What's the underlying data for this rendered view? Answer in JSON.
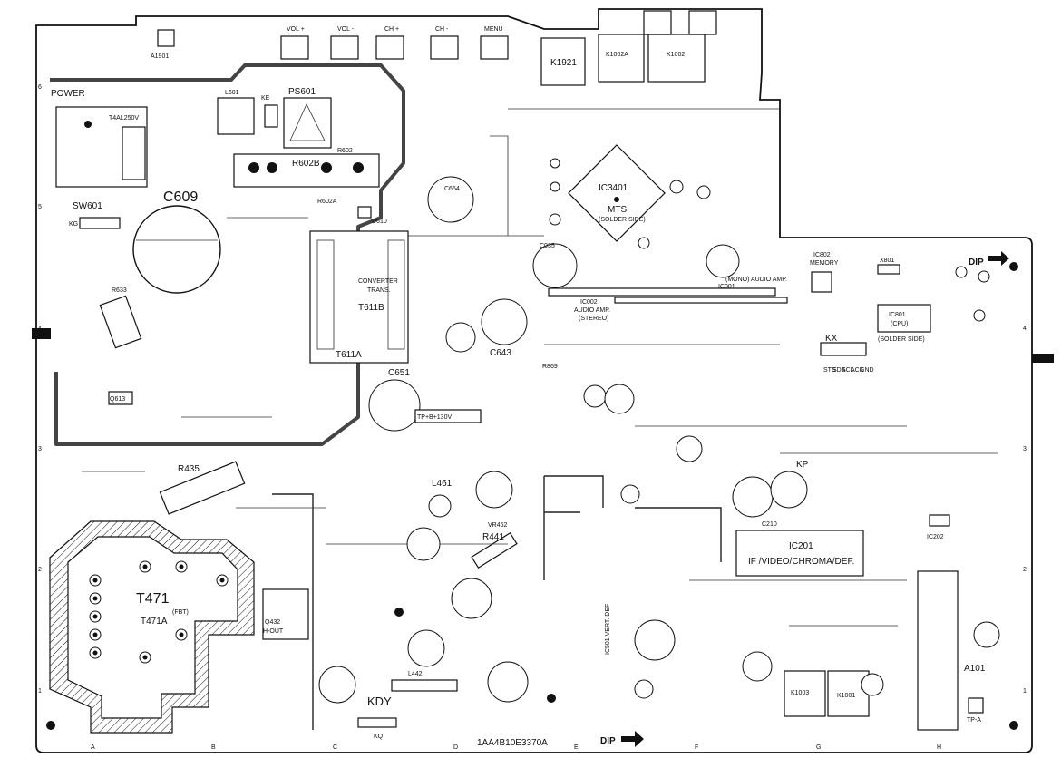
{
  "board": {
    "part_number": "1AA4B10E3370A",
    "dip_label": "DIP",
    "grid_cols": [
      "A",
      "B",
      "C",
      "D",
      "E",
      "F",
      "G",
      "H"
    ],
    "grid_rows": [
      "6",
      "5",
      "4",
      "3",
      "2",
      "1"
    ]
  },
  "controls": {
    "power_label": "POWER",
    "power_switch": "SW601",
    "fuse": "T4AL250V",
    "vol_up": "VOL +",
    "vol_down": "VOL -",
    "ch_up": "CH +",
    "ch_down": "CH -",
    "menu": "MENU"
  },
  "ics": {
    "ic3401": {
      "name": "IC3401",
      "desc": "MTS",
      "note": "(SOLDER SIDE)"
    },
    "ic801": {
      "name": "IC801",
      "desc": "(CPU)",
      "note": "(SOLDER SIDE)"
    },
    "ic802": {
      "name": "IC802",
      "desc": "MEMORY"
    },
    "ic201": {
      "name": "IC201",
      "desc": "IF /VIDEO/CHROMA/DEF."
    },
    "ic001": {
      "name": "IC001",
      "desc": "(MONO) AUDIO AMP."
    },
    "ic002": {
      "name": "IC002",
      "desc": "AUDIO AMP.",
      "note": "(STEREO)"
    },
    "ic202": {
      "name": "IC202"
    }
  },
  "parts": {
    "c609": "C609",
    "c654": "C654",
    "c643": "C643",
    "c651": "C651",
    "c035": "C035",
    "c210": "C210",
    "ps601": "PS601",
    "r602b": "R602B",
    "r602a": "R602A",
    "r602": "R602",
    "l601": "L601",
    "d610": "D610",
    "t611b": "T611B",
    "t611a": "T611A",
    "converter": "CONVERTER",
    "trans": "TRANS.",
    "t471": "T471",
    "t471a": "T471A",
    "fbt": "(FBT)",
    "r435": "R435",
    "r441": "R441",
    "vr462": "VR462",
    "l461": "L461",
    "l442": "L442",
    "q432": "Q432",
    "hout": "H-OUT",
    "kdy": "KDY",
    "kq": "KQ",
    "k1921": "K1921",
    "k1002a": "K1002A",
    "k1002": "K1002",
    "k1003": "K1003",
    "k1001": "K1001",
    "a101": "A101",
    "a1901": "A1901",
    "x801": "X801",
    "kx": "KX",
    "kg": "KG",
    "ke": "KE",
    "kp": "KP",
    "q613": "Q613",
    "r633": "R633",
    "r869": "R869",
    "tp_b": "TP+B+130V",
    "vertdef": "IC501 VERT. DEF",
    "tp_a": "TP-A",
    "ic_pins": [
      "GND",
      "ACK",
      "SCL",
      "SDA",
      "STS"
    ]
  },
  "hatch_color": "#111111",
  "trace_color": "#222222"
}
